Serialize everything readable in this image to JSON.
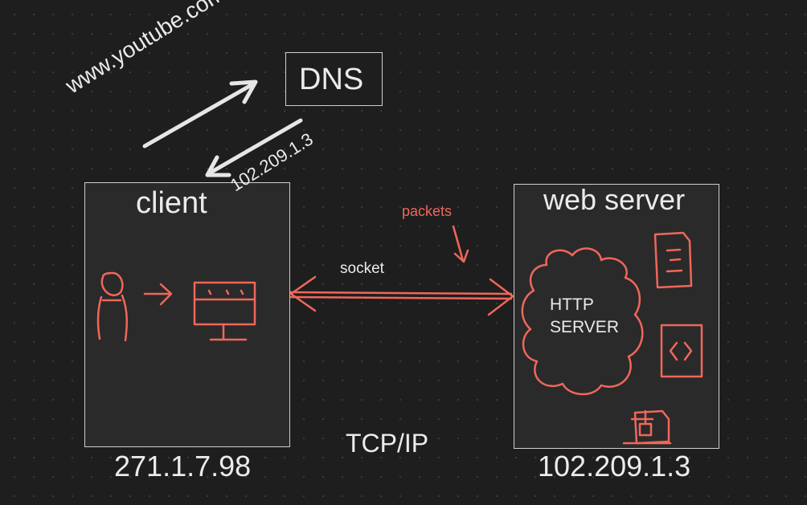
{
  "dns": {
    "label": "DNS"
  },
  "request": {
    "label": "www.youtube.com"
  },
  "response": {
    "label": "102.209.1.3"
  },
  "client": {
    "title": "client",
    "ip": "271.1.7.98"
  },
  "server": {
    "title": "web server",
    "ip": "102.209.1.3",
    "http_line1": "HTTP",
    "http_line2": "SERVER"
  },
  "link": {
    "socket": "socket",
    "packets": "packets",
    "protocol": "TCP/IP"
  },
  "colors": {
    "background": "#1e1e1e",
    "ink": "#ebebeb",
    "sketch": "#f0675a",
    "box_fill": "#2a2a2a"
  }
}
